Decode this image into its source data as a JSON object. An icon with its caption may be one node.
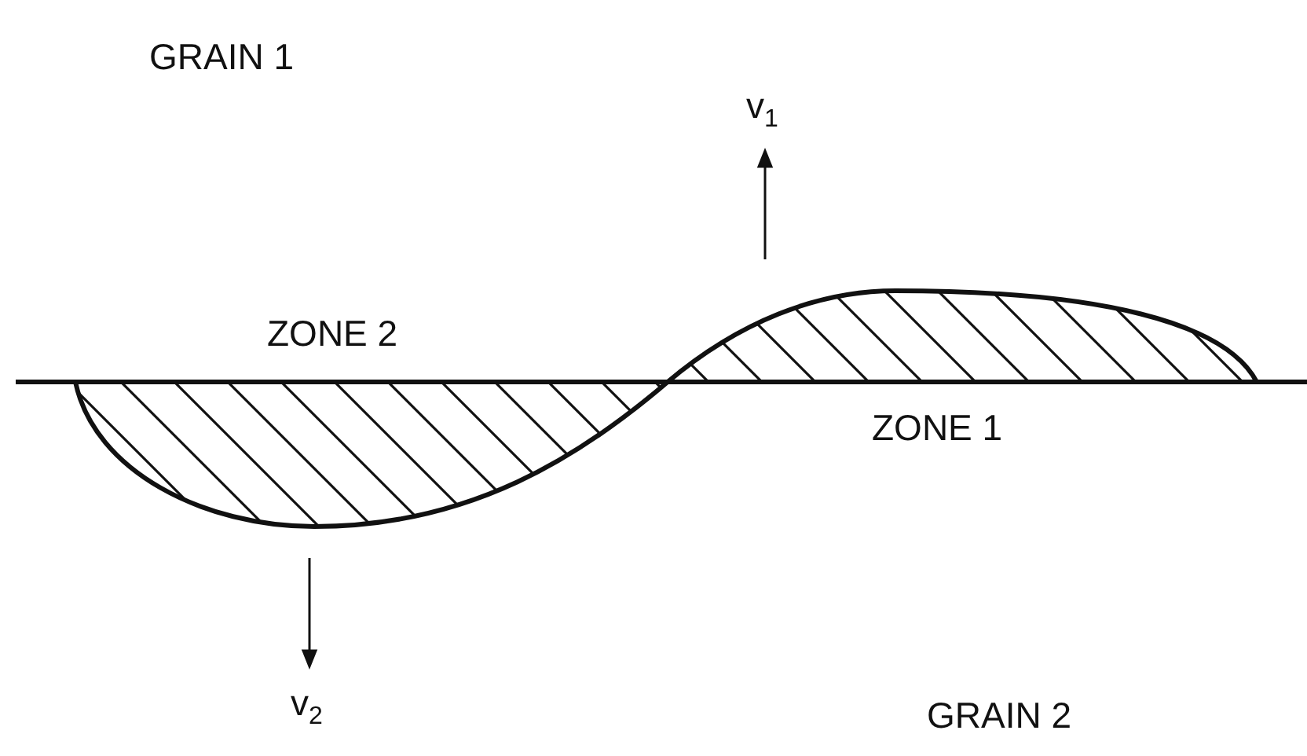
{
  "diagram": {
    "labels": [
      "GRAIN 1",
      "v$_{1}$",
      "ZONE 2",
      "ZONE 1",
      "v$_{2}$",
      "GRAIN 2"
    ]
  }
}
